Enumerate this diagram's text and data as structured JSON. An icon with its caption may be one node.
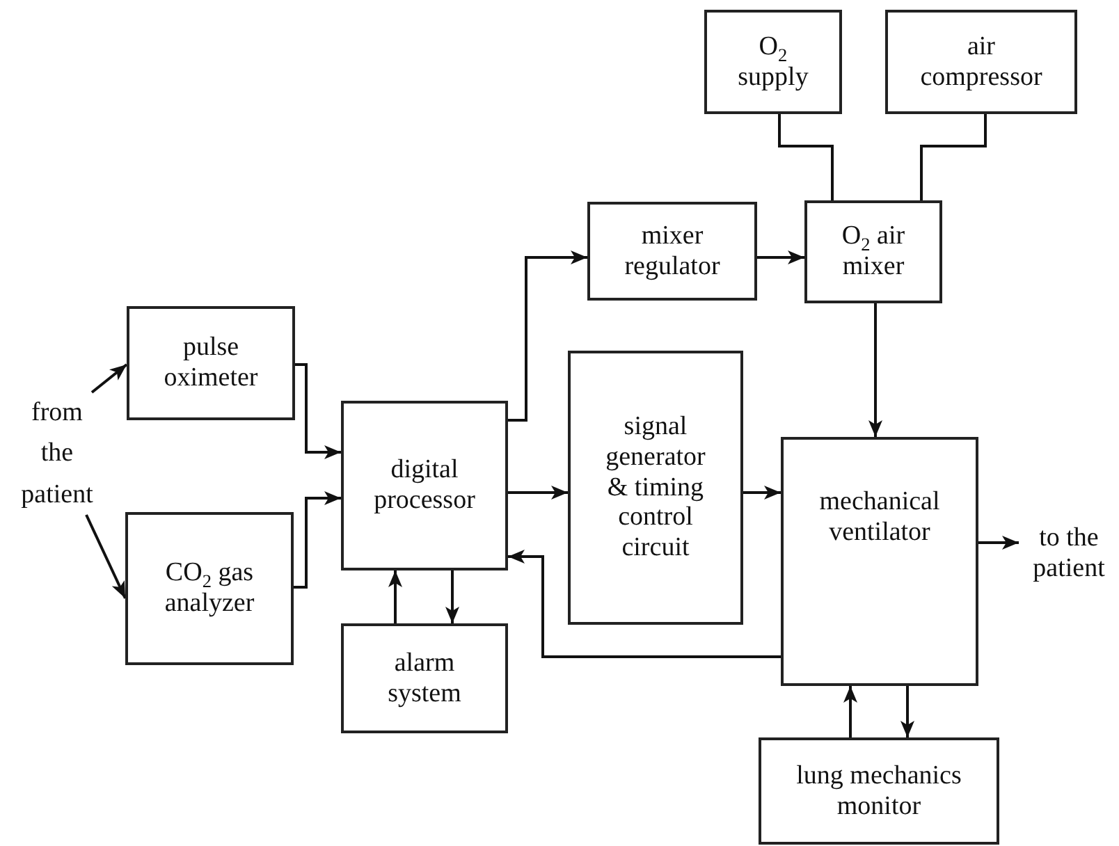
{
  "diagram": {
    "nodes": [
      {
        "text": [
          "O$_{2}$ supply"
        ]
      },
      {
        "text": [
          "air compressor"
        ]
      },
      {
        "text": [
          "mixer regulator"
        ]
      },
      {
        "text": [
          "O$_{2}$ air mixer"
        ]
      },
      {
        "text": [
          "pulse oximeter"
        ]
      },
      {
        "text": [
          "digital processor"
        ]
      },
      {
        "text": [
          "signal generator & timing control circuit"
        ]
      },
      {
        "text": [
          "mechanical ventilator"
        ]
      },
      {
        "text": [
          "CO$_{2}$ gas analyzer"
        ]
      },
      {
        "text": [
          "alarm system"
        ]
      },
      {
        "text": [
          "lung mechanics monitor"
        ]
      },
      {
        "text": [
          "from the patient"
        ]
      },
      {
        "text": [
          "to the patient"
        ]
      }
    ],
    "edges": [
      {
        "from": 0,
        "to": 3,
        "arrow": "none"
      },
      {
        "from": 1,
        "to": 3,
        "arrow": "none"
      },
      {
        "from": 5,
        "to": 2,
        "arrow": "to"
      },
      {
        "from": 2,
        "to": 3,
        "arrow": "to"
      },
      {
        "from": 3,
        "to": 7,
        "arrow": "to"
      },
      {
        "from": 11,
        "to": 4,
        "arrow": "to"
      },
      {
        "from": 11,
        "to": 8,
        "arrow": "to"
      },
      {
        "from": 4,
        "to": 5,
        "arrow": "to"
      },
      {
        "from": 8,
        "to": 5,
        "arrow": "to"
      },
      {
        "from": 5,
        "to": 6,
        "arrow": "to"
      },
      {
        "from": 6,
        "to": 7,
        "arrow": "to"
      },
      {
        "from": 7,
        "to": 5,
        "arrow": "to"
      },
      {
        "from": 9,
        "to": 5,
        "arrow": "to"
      },
      {
        "from": 5,
        "to": 9,
        "arrow": "to"
      },
      {
        "from": 10,
        "to": 7,
        "arrow": "to"
      },
      {
        "from": 7,
        "to": 10,
        "arrow": "to"
      },
      {
        "from": 7,
        "to": 12,
        "arrow": "to"
      }
    ]
  }
}
